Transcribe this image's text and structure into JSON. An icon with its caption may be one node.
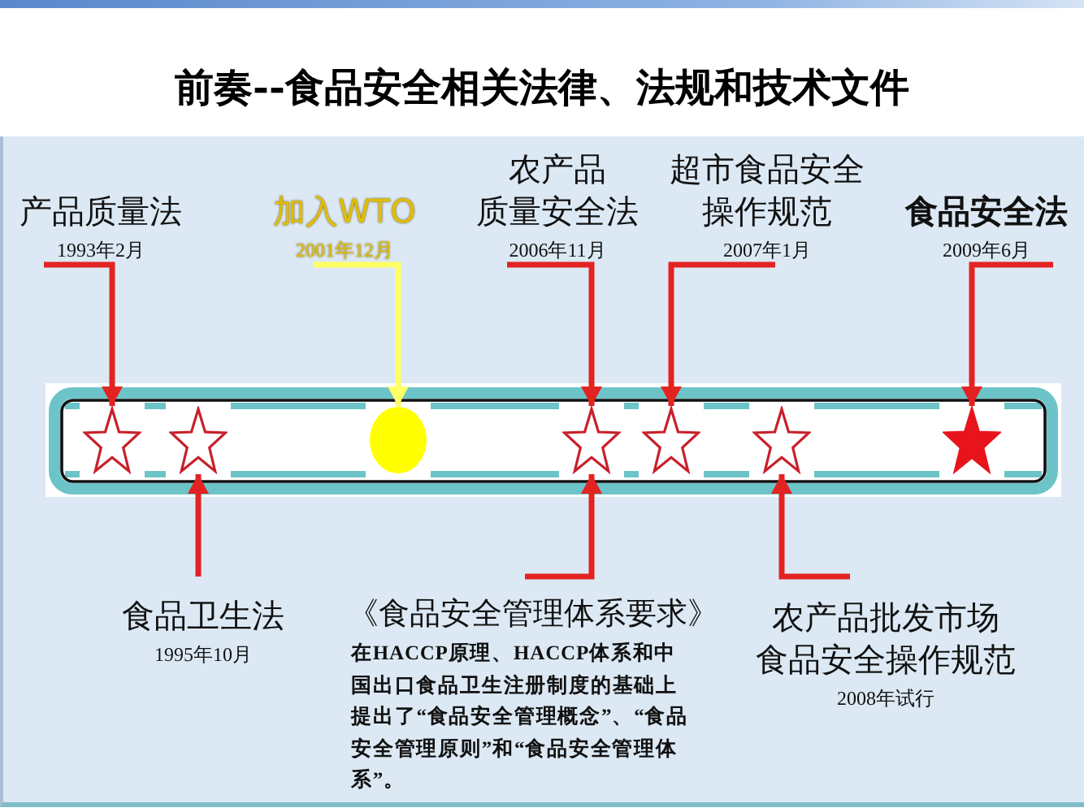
{
  "diagram": {
    "title": "前奏--食品安全相关法律、法规和技术文件",
    "nodes": [
      {
        "text": [
          "产品质量法",
          "1993年2月"
        ]
      },
      {
        "text": [
          "加入WTO",
          "2001年12月"
        ]
      },
      {
        "text": [
          "农产品质量安全法",
          "2006年11月"
        ]
      },
      {
        "text": [
          "超市食品安全操作规范",
          "2007年1月"
        ]
      },
      {
        "text": [
          "食品安全法",
          "2009年6月"
        ]
      },
      {
        "text": [],
        "shape": "bar"
      },
      {
        "text": [],
        "shape": "star",
        "in": 5
      },
      {
        "text": [],
        "shape": "star",
        "in": 5
      },
      {
        "text": [],
        "shape": "circle",
        "in": 5
      },
      {
        "text": [],
        "shape": "star",
        "in": 5
      },
      {
        "text": [],
        "shape": "star",
        "in": 5
      },
      {
        "text": [],
        "shape": "star",
        "in": 5
      },
      {
        "text": [],
        "shape": "star",
        "in": 5
      },
      {
        "text": [
          "食品卫生法",
          "1995年10月"
        ]
      },
      {
        "text": [
          "《食品安全管理体系要求》",
          "在HACCP原理、HACCP体系和中国出口食品卫生注册制度的基础上提出了“食品安全管理概念”、“食品安全管理原则”和“食品安全管理体系”。"
        ]
      },
      {
        "text": [
          "农产品批发市场食品安全操作规范",
          "2008年试行"
        ]
      }
    ],
    "edges": [
      {
        "from": 0,
        "to": 6,
        "arrow": "to"
      },
      {
        "from": 1,
        "to": 8,
        "arrow": "to",
        "color": "#ffff66"
      },
      {
        "from": 2,
        "to": 9,
        "arrow": "to"
      },
      {
        "from": 3,
        "to": 10,
        "arrow": "to"
      },
      {
        "from": 4,
        "to": 12,
        "arrow": "to"
      },
      {
        "from": 13,
        "to": 7,
        "arrow": "to"
      },
      {
        "from": 14,
        "to": 9,
        "arrow": "to"
      },
      {
        "from": 15,
        "to": 11,
        "arrow": "to"
      }
    ]
  }
}
